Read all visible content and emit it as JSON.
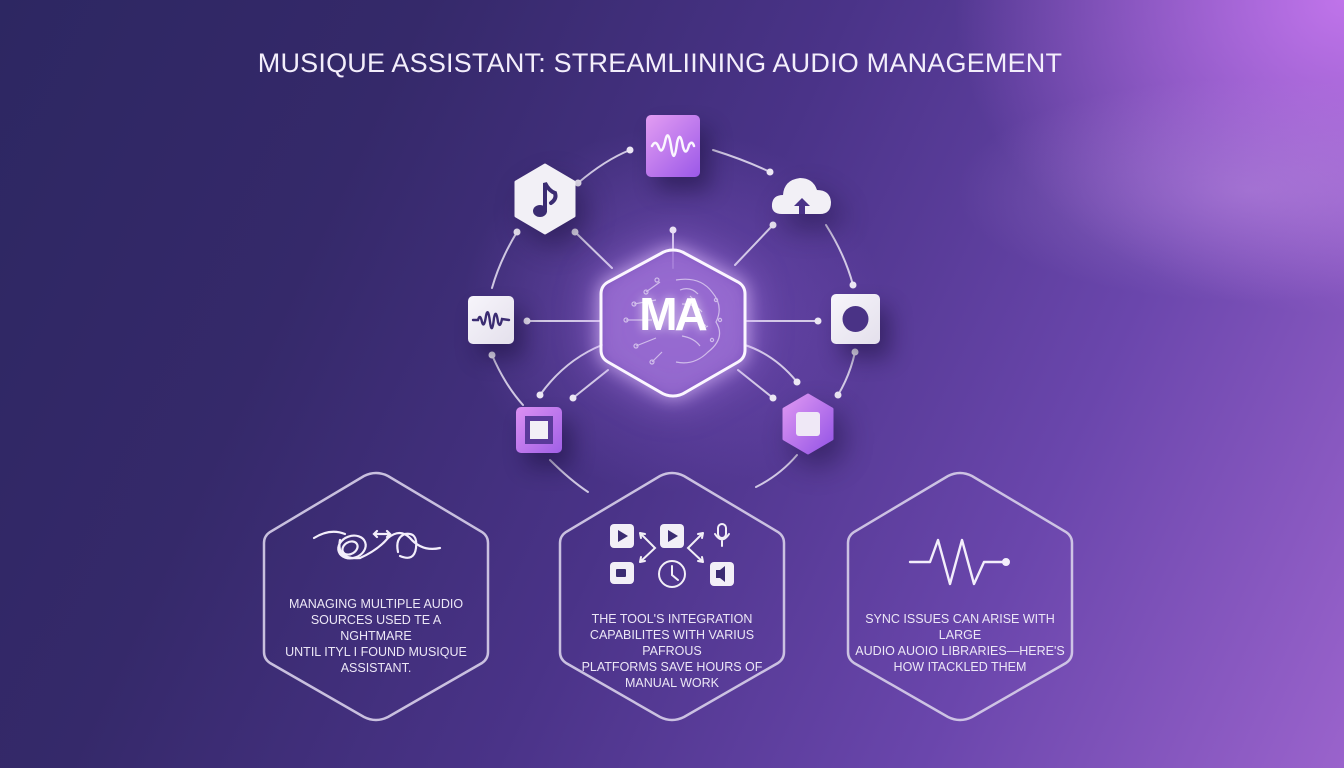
{
  "title": "MUSIQUE ASSISTANT: STREAMLIINING AUDIO MANAGEMENT",
  "hub": {
    "label": "MA",
    "icon": "brain-circuit-icon"
  },
  "satellites": [
    {
      "name": "waveform-tile-top",
      "icon": "waveform-icon",
      "style": "violet-square"
    },
    {
      "name": "music-note-hex",
      "icon": "music-note-icon",
      "style": "white-hexagon"
    },
    {
      "name": "cloud-upload",
      "icon": "cloud-upload-icon",
      "style": "white-cloud"
    },
    {
      "name": "waveform-tile-left",
      "icon": "waveform-icon",
      "style": "white-square"
    },
    {
      "name": "record-circle-tile",
      "icon": "circle-icon",
      "style": "white-square"
    },
    {
      "name": "stop-square-tile",
      "icon": "stop-square-icon",
      "style": "violet-square"
    },
    {
      "name": "stop-square-hex",
      "icon": "stop-square-icon",
      "style": "violet-hexagon"
    }
  ],
  "cards": [
    {
      "icon": "tangled-cable-icon",
      "lines": [
        "MANAGING MULTIPLE AUDIO",
        "SOURCES USED TE A NGHTMARE",
        "UNTIL ITYL I FOUND MUSIQUE",
        "ASSISTANT."
      ]
    },
    {
      "icon": "integrations-icon",
      "lines": [
        "THE TOOL'S INTEGRATION",
        "CAPABILITES WITH VARIUS PAFROUS",
        "PLATFORMS SAVE HOURS OF",
        "MANUAL WORK"
      ]
    },
    {
      "icon": "pulse-line-icon",
      "lines": [
        "SYNC ISSUES CAN ARISE WITH LARGE",
        "AUDIO AUOIO LIBRARIES—HERE'S",
        "HOW ITACKLED THEM"
      ]
    }
  ],
  "colors": {
    "bg_dark": "#2d2762",
    "bg_light": "#c379ee",
    "accent_violet": "#a864ea",
    "node_white": "#f2f0f6",
    "text": "#f3eefb"
  }
}
